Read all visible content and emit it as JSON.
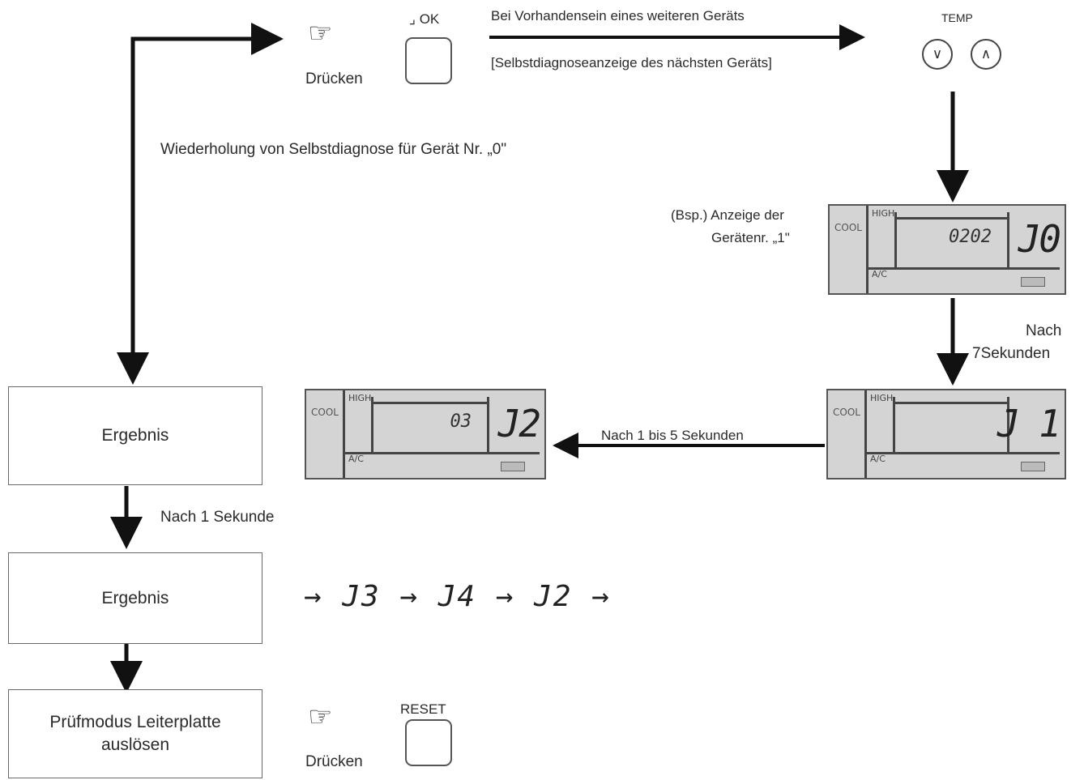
{
  "top": {
    "hand_icon": "pointing-hand-icon",
    "press_label": "Drücken",
    "ok_label": "⌟ OK",
    "next_device_label": "Bei Vorhandensein eines weiteren Geräts",
    "next_device_note": "[Selbstdiagnoseanzeige des nächsten Geräts]",
    "temp_label": "TEMP",
    "temp_down_icon": "chevron-down-icon",
    "temp_up_icon": "chevron-up-icon"
  },
  "repeat_label": "Wiederholung von Selbstdiagnose für Gerät Nr. „0\"",
  "example_label_line1": "(Bsp.) Anzeige der",
  "example_label_line2": "Gerätenr. „1\"",
  "after_7s_line1": "Nach",
  "after_7s_line2": "7Sekunden",
  "after_1_5s": "Nach 1 bis 5 Sekunden",
  "after_1s": "Nach 1 Sekunde",
  "lcd": {
    "cool": "COOL",
    "high": "HIGH",
    "ac": "A/C",
    "display1": {
      "value": "0202",
      "code": "J0"
    },
    "display2": {
      "value": "",
      "code": "J 1"
    },
    "display3": {
      "value": "03",
      "code": "J2"
    }
  },
  "boxes": {
    "result1": "Ergebnis",
    "result2": "Ergebnis",
    "trigger_line1": "Prüfmodus Leiterplatte",
    "trigger_line2": "auslösen"
  },
  "sequence": "→ J3 → J4 → J2 →",
  "bottom": {
    "press_label": "Drücken",
    "reset_label": "RESET"
  }
}
